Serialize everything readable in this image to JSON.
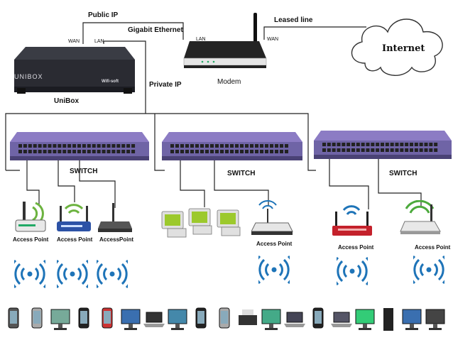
{
  "labels": {
    "public_ip": "Public IP",
    "gigabit_ethernet": "Gigabit Ethernet",
    "leased_line": "Leased line",
    "private_ip": "Private IP",
    "unibox": "UniBox",
    "modem": "Modem",
    "internet": "Internet",
    "wan_unibox": "WAN",
    "lan_unibox": "LAN",
    "lan_modem": "LAN",
    "wan_modem": "WAN",
    "unibox_badge": "UNIBOX",
    "wifisoft_badge": "Wifi-soft"
  },
  "switches": [
    {
      "label": "SWITCH"
    },
    {
      "label": "SWITCH"
    },
    {
      "label": "SWITCH"
    }
  ],
  "access_points": [
    {
      "label": "Access Point"
    },
    {
      "label": "Access Point"
    },
    {
      "label": "AccessPoint"
    },
    {
      "label": "Access Point"
    },
    {
      "label": "Access Point"
    },
    {
      "label": "Access Point"
    }
  ],
  "colors": {
    "switch": "#8c7cc4",
    "wire": "#222222",
    "wifi": "#1e74b8"
  },
  "icons": {
    "devices": [
      "phone-icon",
      "tablet-icon",
      "desktop-icon",
      "smartphone-icon",
      "ebook-icon",
      "monitor-icon",
      "laptop-icon",
      "monitor-icon",
      "gaming-icon",
      "tablet-icon",
      "printer-icon",
      "desktop-icon",
      "laptop-icon",
      "smartphone-icon",
      "laptop-icon",
      "desktop-icon",
      "tower-pc-icon",
      "monitor-icon",
      "desktop-icon"
    ]
  }
}
